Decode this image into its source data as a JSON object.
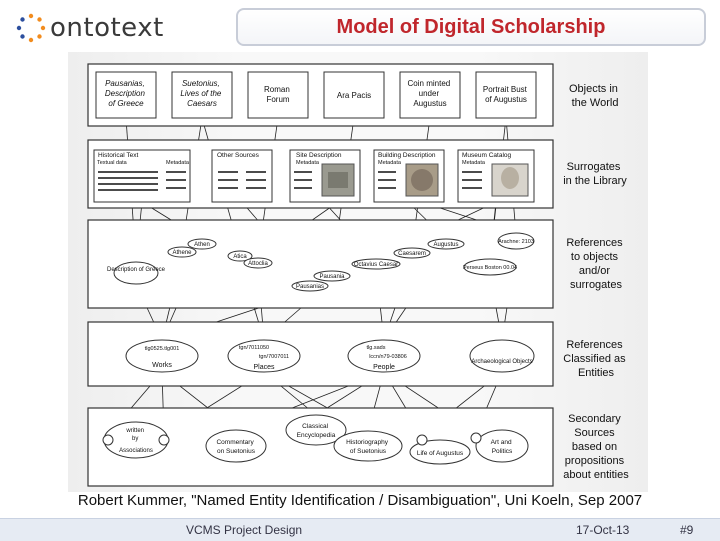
{
  "header": {
    "logo_text": "ontotext",
    "title": "Model of Digital Scholarship"
  },
  "diagram": {
    "rows": [
      {
        "id": "world",
        "side_label": [
          "Objects in",
          "the World"
        ],
        "boxes": [
          [
            "Pausanias,",
            "Description",
            "of Greece"
          ],
          [
            "Suetonius,",
            "Lives of the",
            "Caesars"
          ],
          [
            "Roman",
            "Forum"
          ],
          [
            "Ara Pacis"
          ],
          [
            "Coin minted",
            "under",
            "Augustus"
          ],
          [
            "Portrait Bust",
            "of Augustus"
          ]
        ]
      },
      {
        "id": "library",
        "side_label": [
          "Surrogates",
          "in the Library"
        ],
        "boxes": [
          {
            "title": "Historical Text",
            "sub": [
              "Textual data",
              "Metadata"
            ]
          },
          {
            "title": "Other Sources",
            "sub": []
          },
          {
            "title": "Site Description",
            "sub": [
              "Metadata"
            ]
          },
          {
            "title": "Building Description",
            "sub": [
              "Metadata"
            ]
          },
          {
            "title": "Museum Catalog",
            "sub": [
              "Metadata"
            ]
          }
        ]
      },
      {
        "id": "references",
        "side_label": [
          "References",
          "to objects",
          "and/or",
          "surrogates"
        ],
        "nodes": [
          "Athen",
          "Athene",
          "Atica",
          "Attoclia",
          "Augustus",
          "Caesarem",
          "Octavius Caesar",
          "Pausania",
          "Pausanias",
          "Description of Greece",
          "Arachne: 2103",
          "Perseus Boston 00.04"
        ]
      },
      {
        "id": "entities",
        "side_label": [
          "References",
          "Classified as",
          "Entities"
        ],
        "nodes": [
          "tlg0525.tlg001",
          "Works",
          "tgn/7011050",
          "tgn/7007011",
          "Places",
          "tlg.sads",
          "lccn/n79-03806",
          "People",
          "Archaeological Objects"
        ]
      },
      {
        "id": "secondary",
        "side_label": [
          "Secondary",
          "Sources",
          "based on",
          "propositions",
          "about entities"
        ],
        "nodes": [
          "written",
          "by",
          "Associations",
          "Commentary",
          "on Suetonius",
          "Classical",
          "Encyclopedia",
          "Historiography",
          "of Suetonius",
          "Life of Augustus",
          "Art and",
          "Politics"
        ]
      }
    ]
  },
  "caption": "Robert Kummer, \"Named Entity Identification / Disambiguation\", Uni Koeln, Sep 2007",
  "footer": {
    "left": "VCMS Project Design",
    "date": "17-Oct-13",
    "page": "#9"
  }
}
